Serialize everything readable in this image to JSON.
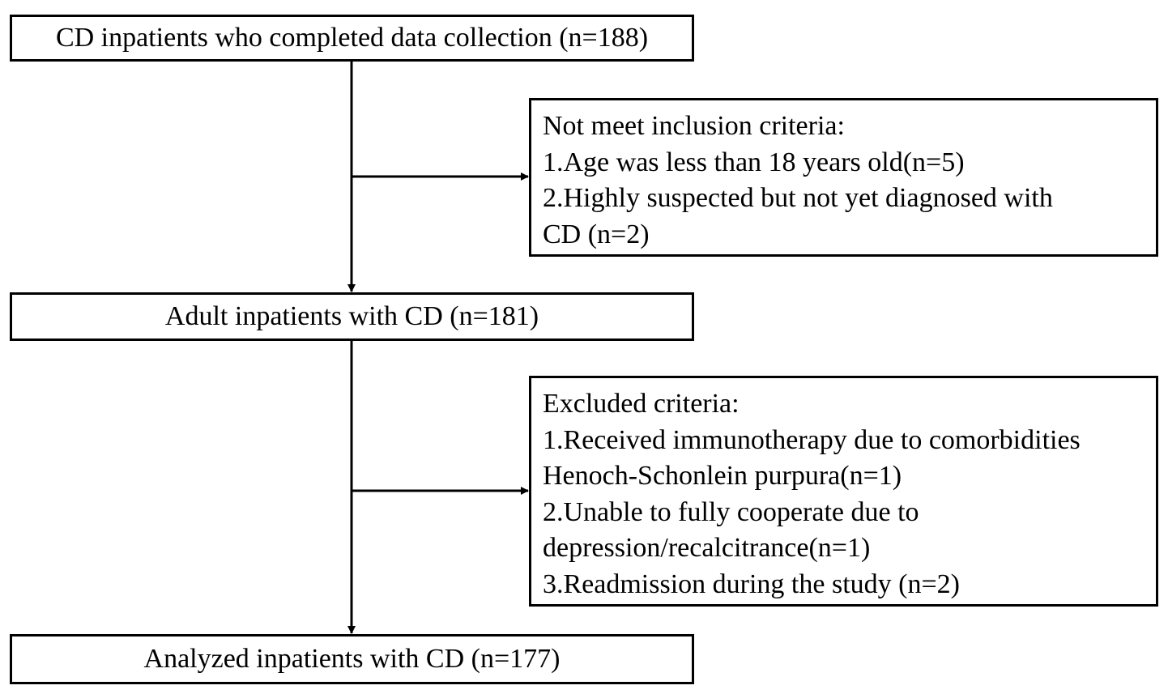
{
  "flow": {
    "step1": "CD inpatients who completed data collection (n=188)",
    "step2": "Adult inpatients with CD (n=181)",
    "step3": "Analyzed inpatients with CD (n=177)"
  },
  "inclusion": {
    "lines": [
      "Not meet inclusion criteria:",
      "1.Age was less than 18 years old(n=5)",
      "2.Highly suspected but not yet diagnosed with",
      "CD (n=2)"
    ]
  },
  "exclusion": {
    "lines": [
      "Excluded criteria:",
      "1.Received immunotherapy due to comorbidities",
      "Henoch-Schonlein purpura(n=1)",
      "2.Unable to fully cooperate due to",
      "depression/recalcitrance(n=1)",
      "3.Readmission during the study (n=2)"
    ]
  }
}
